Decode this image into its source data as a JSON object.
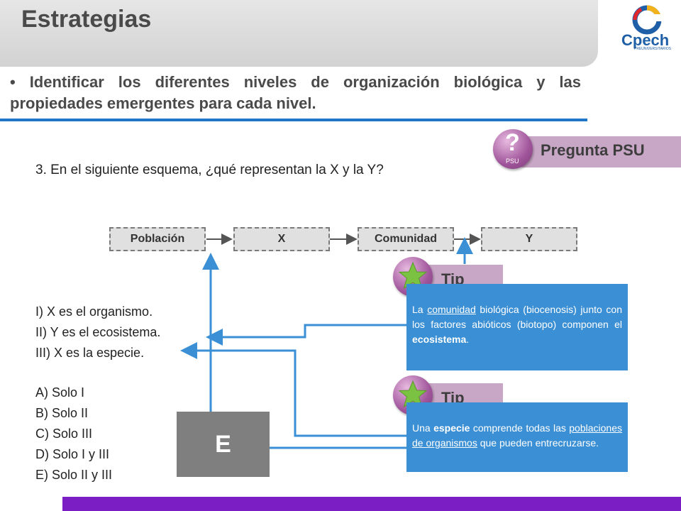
{
  "header": {
    "title": "Estrategias",
    "logo_text": "Cpech",
    "logo_subtext": "PREUNIVERSITARIOS"
  },
  "objective": "• Identificar los diferentes niveles de organización biológica y las propiedades emergentes para cada nivel.",
  "psu_badge": {
    "label": "Pregunta PSU",
    "icon_symbol": "?",
    "icon_text": "PSU"
  },
  "question": "3. En el siguiente esquema, ¿qué representan la X y la Y?",
  "schema": [
    "Población",
    "X",
    "Comunidad",
    "Y"
  ],
  "statements": [
    "I) X es el organismo.",
    "II) Y es el ecosistema.",
    "III) X es la especie."
  ],
  "options": [
    "A) Solo I",
    "B) Solo II",
    "C) Solo III",
    "D) Solo I y III",
    "E) Solo II y III"
  ],
  "tips": [
    {
      "label": "Tip",
      "t1": "La ",
      "t2": "comunidad",
      "t3": " biológica (biocenosis) junto con los factores abióticos (biotopo) componen el ",
      "t4": "ecosistema",
      "t5": "."
    },
    {
      "label": "Tip",
      "t1": "Una ",
      "t2": "especie",
      "t3": " comprende todas las ",
      "t4": "poblaciones de organismos",
      "t5": " que pueden entrecruzarse."
    }
  ],
  "answer": "E",
  "colors": {
    "accent_blue": "#1f76c8",
    "tip_blue": "#3b8fd4",
    "badge_pink": "#c8a6c6",
    "footer_purple": "#7b1fc4",
    "star_green": "#7cc242"
  }
}
